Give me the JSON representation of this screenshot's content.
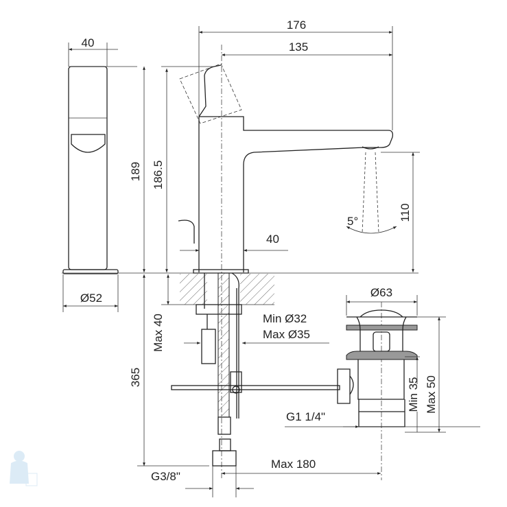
{
  "dimensions": {
    "side_width": "40",
    "overall_length": "176",
    "spout_reach": "135",
    "total_height": "189",
    "handle_height": "186.5",
    "spout_height": "110",
    "spray_angle": "5°",
    "body_width": "40",
    "base_diameter": "Ø52",
    "hole_min": "Min Ø32",
    "hole_max": "Max Ø35",
    "drain_diameter": "Ø63",
    "counter_max": "Max 40",
    "hose_length": "365",
    "drain_min": "Min 35",
    "drain_max": "Max 50",
    "drain_thread": "G1 1/4\"",
    "rod_max": "Max 180",
    "inlet_thread": "G3/8\""
  },
  "colors": {
    "line": "#222222",
    "accent_gray": "#999999"
  }
}
